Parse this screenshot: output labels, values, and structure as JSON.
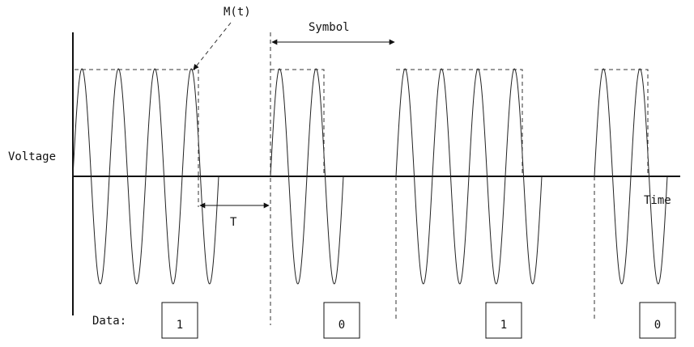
{
  "labels": {
    "modulation": "M(t)",
    "symbol": "Symbol",
    "voltage": "Voltage",
    "time": "Time",
    "period": "T",
    "data": "Data:"
  },
  "data_bits": [
    "1",
    "0",
    "1",
    "0"
  ],
  "bursts": [
    {
      "bit": "1",
      "cycles": 4
    },
    {
      "bit": "0",
      "cycles": 2
    },
    {
      "bit": "1",
      "cycles": 4
    },
    {
      "bit": "0",
      "cycles": 2
    }
  ]
}
